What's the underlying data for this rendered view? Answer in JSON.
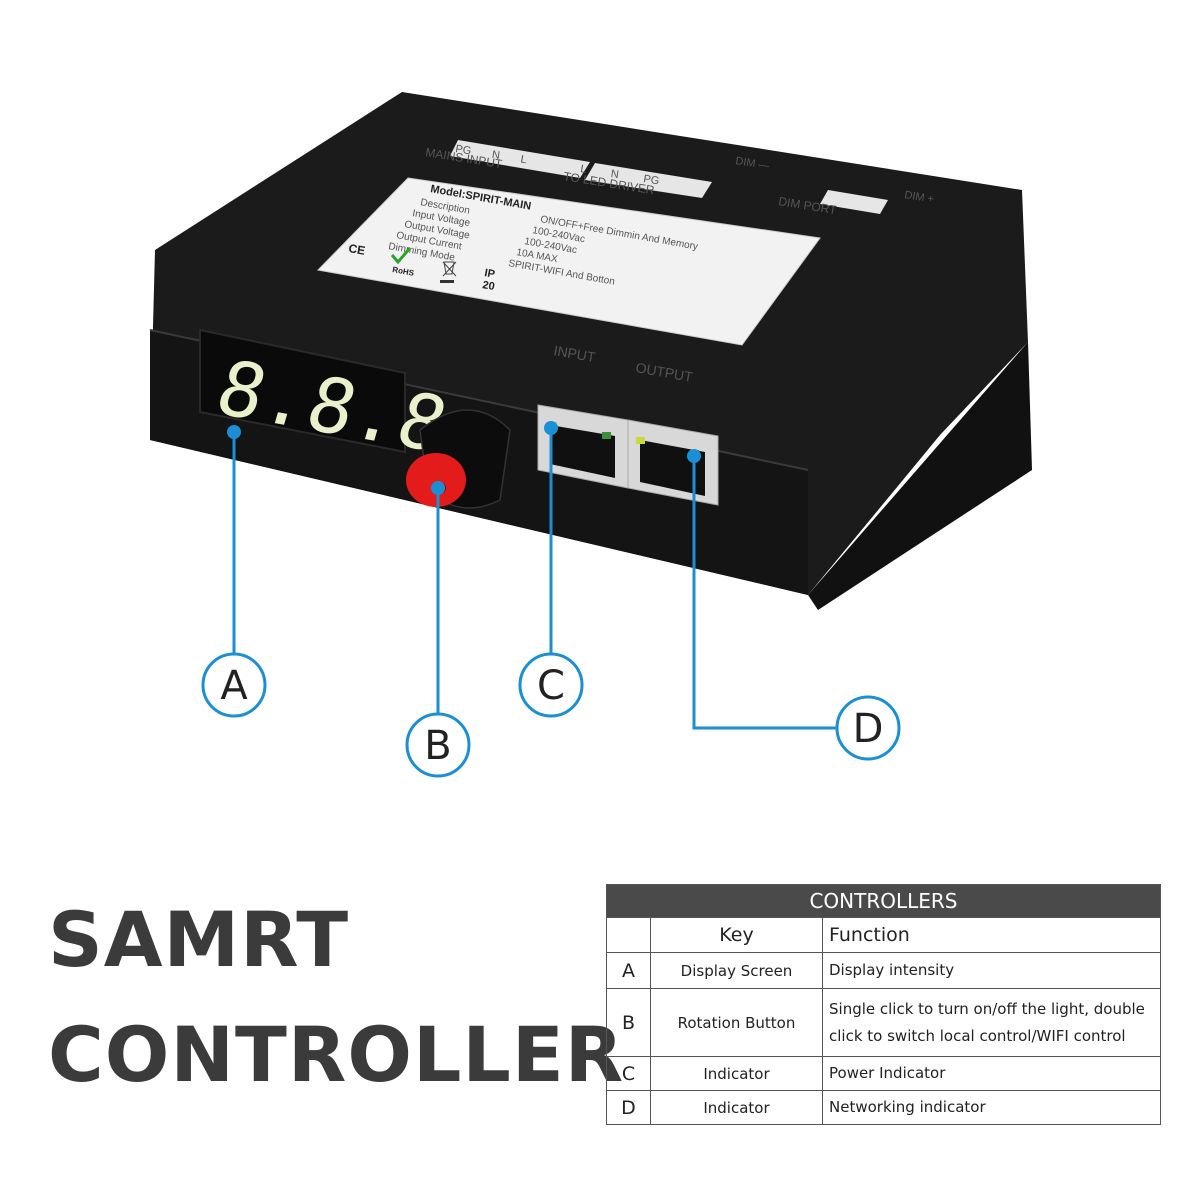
{
  "device": {
    "top_labels": {
      "mains_input_pins": [
        "PG",
        "N",
        "L"
      ],
      "mains_input": "MAINS INPUT",
      "led_driver_pins": [
        "L",
        "N",
        "PG"
      ],
      "to_led_driver": "TO LED DRIVER",
      "dim_pins_1": "DIM —",
      "dim_port": "DIM PORT",
      "dim_pins_2": "DIM +"
    },
    "port_labels": {
      "input": "INPUT",
      "output": "OUTPUT"
    },
    "display_digits": "8.8.8.",
    "sticker": {
      "model": "Model:SPIRIT-MAIN",
      "fields": [
        "Description",
        "Input Voltage",
        "Output Voltage",
        "Output Current",
        "Dimming Mode"
      ],
      "values": [
        "ON/OFF+Free Dimmin And Memory",
        "100-240Vac",
        "100-240Vac",
        "10A MAX",
        "SPIRIT-WIFI And Botton"
      ],
      "marks": {
        "ce": "CE",
        "rohs": "RoHS",
        "ip": "IP",
        "ip_rating": "20"
      }
    }
  },
  "callouts": [
    {
      "letter": "A"
    },
    {
      "letter": "B"
    },
    {
      "letter": "C"
    },
    {
      "letter": "D"
    }
  ],
  "colors": {
    "callout": "#1a8fd6",
    "device_body": "#151515",
    "display_digits": "#e8f0cc",
    "knob_cap": "#e31b1b"
  },
  "title": {
    "line1": "SAMRT",
    "line2": "CONTROLLER"
  },
  "table": {
    "title": "CONTROLLERS",
    "headers": {
      "key": "Key",
      "function": "Function"
    },
    "rows": [
      {
        "id": "A",
        "key": "Display Screen",
        "function": "Display intensity"
      },
      {
        "id": "B",
        "key": "Rotation Button",
        "function": "Single click to turn on/off the light, double click to switch local control/WIFI control"
      },
      {
        "id": "C",
        "key": "Indicator",
        "function": "Power Indicator"
      },
      {
        "id": "D",
        "key": "Indicator",
        "function": "Networking indicator"
      }
    ]
  }
}
